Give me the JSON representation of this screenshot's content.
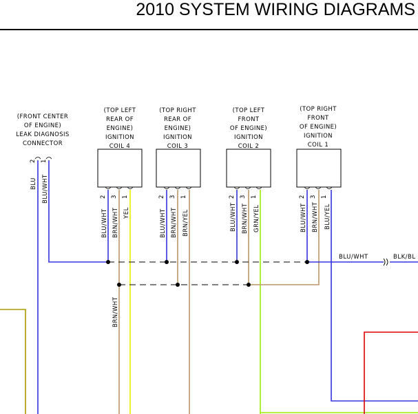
{
  "header": {
    "title": "2010 SYSTEM WIRING DIAGRAMS"
  },
  "components": {
    "leak_connector": {
      "lines": [
        "(FRONT CENTER",
        "OF ENGINE)",
        "LEAK DIAGNOSIS",
        "CONNECTOR"
      ]
    },
    "coil4": {
      "lines": [
        "(TOP LEFT",
        "REAR OF",
        "ENGINE)",
        "IGNITION",
        "COIL 4"
      ]
    },
    "coil3": {
      "lines": [
        "(TOP RIGHT",
        "REAR OF",
        "ENGINE)",
        "IGNITION",
        "COIL 3"
      ]
    },
    "coil2": {
      "lines": [
        "(TOP LEFT",
        "FRONT",
        "OF ENGINE)",
        "IGNITION",
        "COIL 2"
      ]
    },
    "coil1": {
      "lines": [
        "(TOP RIGHT",
        "FRONT",
        "OF ENGINE)",
        "IGNITION",
        "COIL 1"
      ]
    }
  },
  "pins": {
    "p1": "1",
    "p2": "2",
    "p3": "3"
  },
  "wires": {
    "blu": "BLU",
    "blu_wht": "BLU/WHT",
    "brn_wht": "BRN/WHT",
    "yel": "YEL",
    "brn_yel": "BRN/YEL",
    "grn_yel": "GRN/YEL",
    "blu_yel": "BLU/YEL",
    "blk_bl": "BLK/BL"
  },
  "colors": {
    "blue": "#3333dd",
    "brown": "#b89668",
    "yellow": "#eeee00",
    "green_yellow": "#99ee00",
    "red": "#dd0000",
    "olive": "#aa9900"
  }
}
